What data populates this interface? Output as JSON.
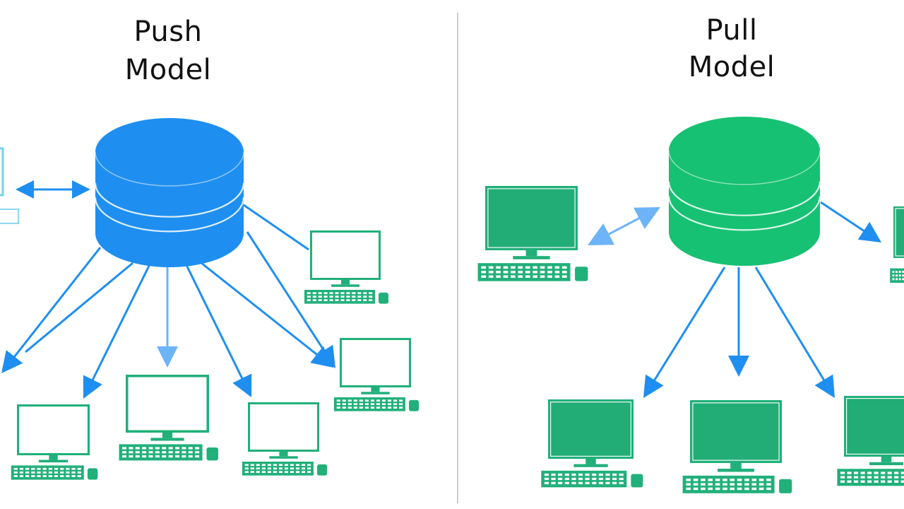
{
  "push_model": {
    "title_line1": "Push",
    "title_line2": "Model",
    "color": "#1e8ff0",
    "arrow_color": "#1e8ff0",
    "arrow_color_light": "#6db3f7",
    "monitor_style": "outline"
  },
  "pull_model": {
    "title_line1": "Pull",
    "title_line2": "Model",
    "color": "#16c173",
    "arrow_color": "#1e8ff0",
    "arrow_color_light": "#6db3f7",
    "monitor_style": "filled"
  },
  "colors": {
    "divider": "#c8cdd2",
    "computer": "#21b07a",
    "computer_fill": "#22ad75",
    "screen_outline_fill": "#ffffff"
  },
  "icons": {
    "database": "database-icon",
    "computer": "computer-icon",
    "arrow": "arrow-icon"
  }
}
